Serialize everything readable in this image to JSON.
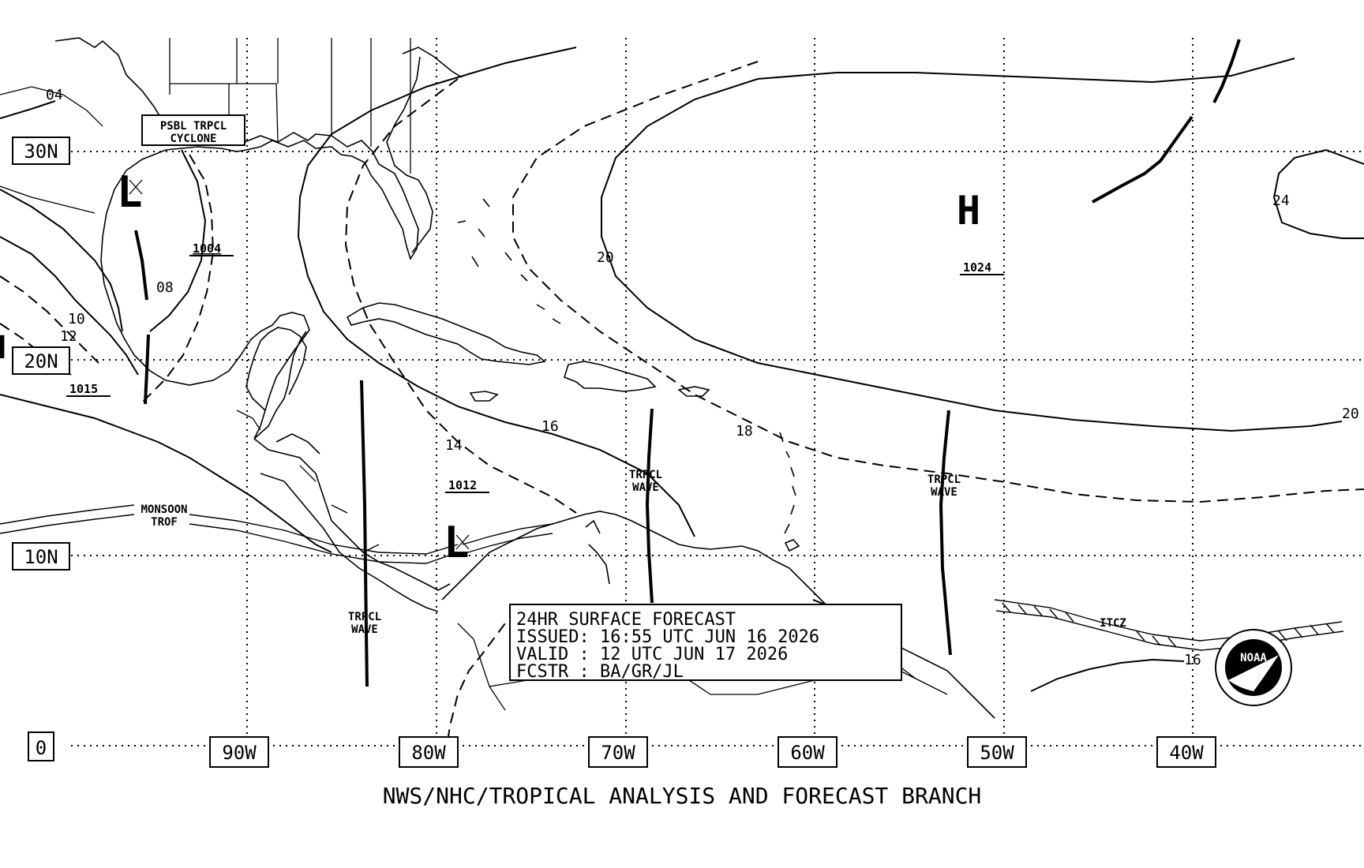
{
  "header": {
    "forecast_title": "24HR SURFACE FORECAST",
    "issued": "ISSUED: 16:55 UTC JUN 16 2026",
    "valid": "VALID : 12 UTC JUN 17 2026",
    "forecaster": "FCSTR : BA/GR/JL"
  },
  "footer": {
    "credit": "NWS/NHC/TROPICAL ANALYSIS AND FORECAST BRANCH"
  },
  "latitudes": [
    "30N",
    "20N",
    "10N",
    "0"
  ],
  "longitudes": [
    "90W",
    "80W",
    "70W",
    "60W",
    "50W",
    "40W"
  ],
  "pressure_centers": {
    "low_gulf": "L",
    "low_caribbean": "L",
    "high_atlantic": "H",
    "high_west": "H"
  },
  "pressure_values": {
    "gulf_low": "1004",
    "caribbean_low": "1012",
    "atlantic_high": "1024",
    "bay_high": "1015"
  },
  "isobar_labels": [
    "04",
    "08",
    "10",
    "12",
    "14",
    "16",
    "18",
    "20",
    "20",
    "24",
    "16"
  ],
  "features": {
    "possible_cyclone_line1": "PSBL TRPCL",
    "possible_cyclone_line2": "CYCLONE",
    "monsoon_line1": "MONSOON",
    "monsoon_line2": "TROF",
    "wave_line1": "TRPCL",
    "wave_line2": "WAVE",
    "itcz": "ITCZ"
  },
  "logo": {
    "text": "NOAA",
    "icon": "noaa-logo-icon"
  }
}
